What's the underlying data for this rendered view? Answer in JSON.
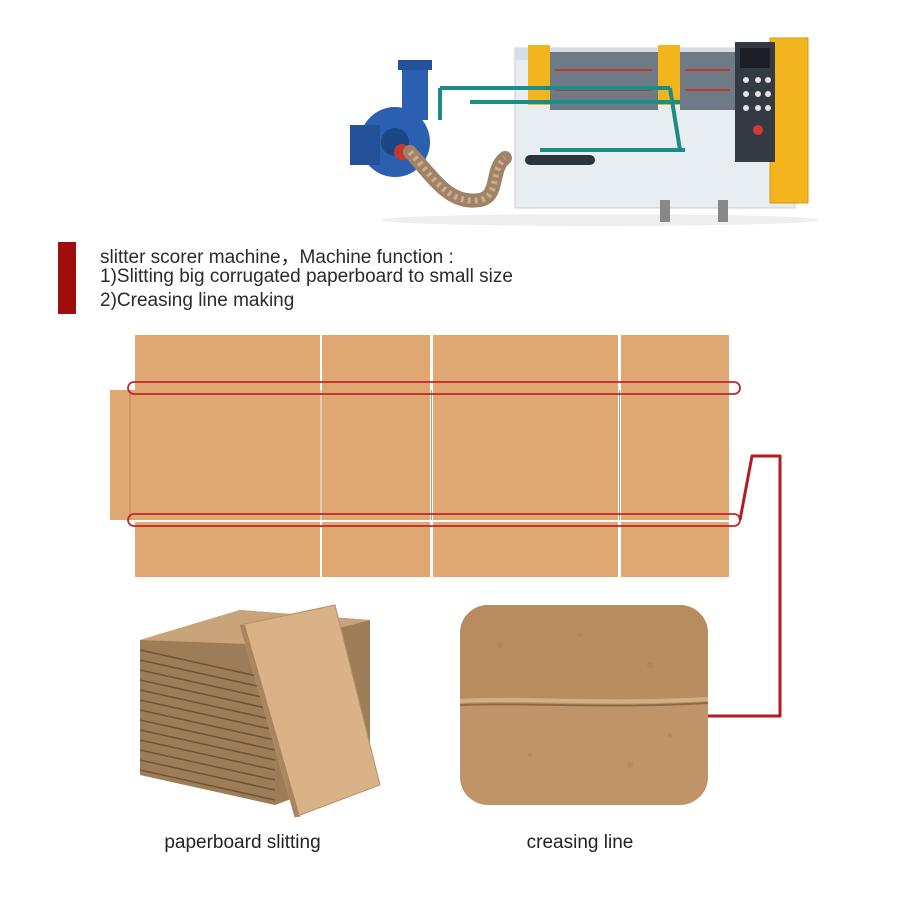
{
  "description": {
    "title": "slitter scorer machine，Machine function :",
    "function_1": "1)Slitting big corrugated paperboard to small size",
    "function_2": "2)Creasing line making"
  },
  "captions": {
    "paperboard_slitting": "paperboard slitting",
    "creasing_line": "creasing line"
  },
  "colors": {
    "accent_red": "#a00d0d",
    "cardboard": "#dfa873",
    "crease_line": "#c0262c",
    "machine_body": "#e8edf2",
    "machine_yellow": "#f2b51d",
    "blower_blue": "#2b5fb0",
    "rail_teal": "#1e8c86"
  },
  "icons": {
    "machine": "slitter-scorer-machine-illustration",
    "blank": "box-blank-diagram",
    "stack": "corrugated-board-stack-photo",
    "crease": "creasing-line-closeup-photo"
  }
}
